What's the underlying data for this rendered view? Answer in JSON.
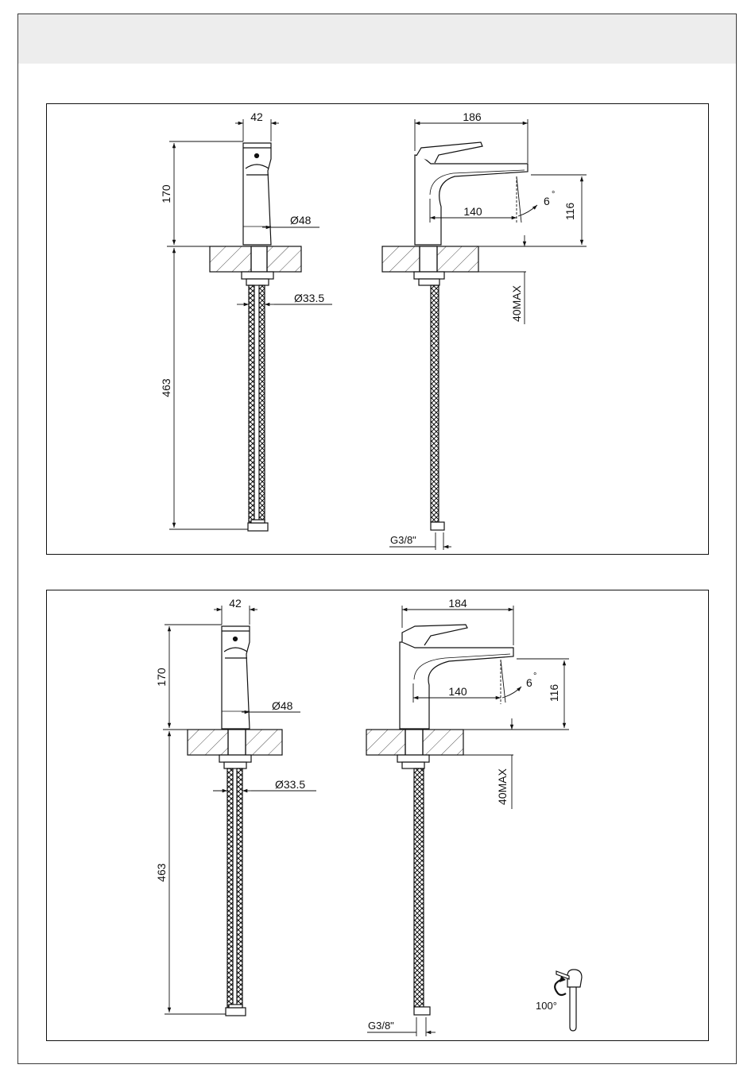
{
  "drawings": [
    {
      "front": {
        "width": "42",
        "height_above": "170",
        "base_diameter": "Ø48",
        "hose_diameter": "Ø33.5",
        "hose_length": "463"
      },
      "side": {
        "depth": "186",
        "reach": "140",
        "angle": "6",
        "angle_unit": "°",
        "spout_height": "116",
        "max_deck": "40MAX",
        "thread": "G3/8\""
      }
    },
    {
      "front": {
        "width": "42",
        "height_above": "170",
        "base_diameter": "Ø48",
        "hose_diameter": "Ø33.5",
        "hose_length": "463"
      },
      "side": {
        "depth": "184",
        "reach": "140",
        "angle": "6",
        "angle_unit": "°",
        "spout_height": "116",
        "max_deck": "40MAX",
        "thread": "G3/8\""
      },
      "rotation": {
        "angle": "100°"
      }
    }
  ]
}
